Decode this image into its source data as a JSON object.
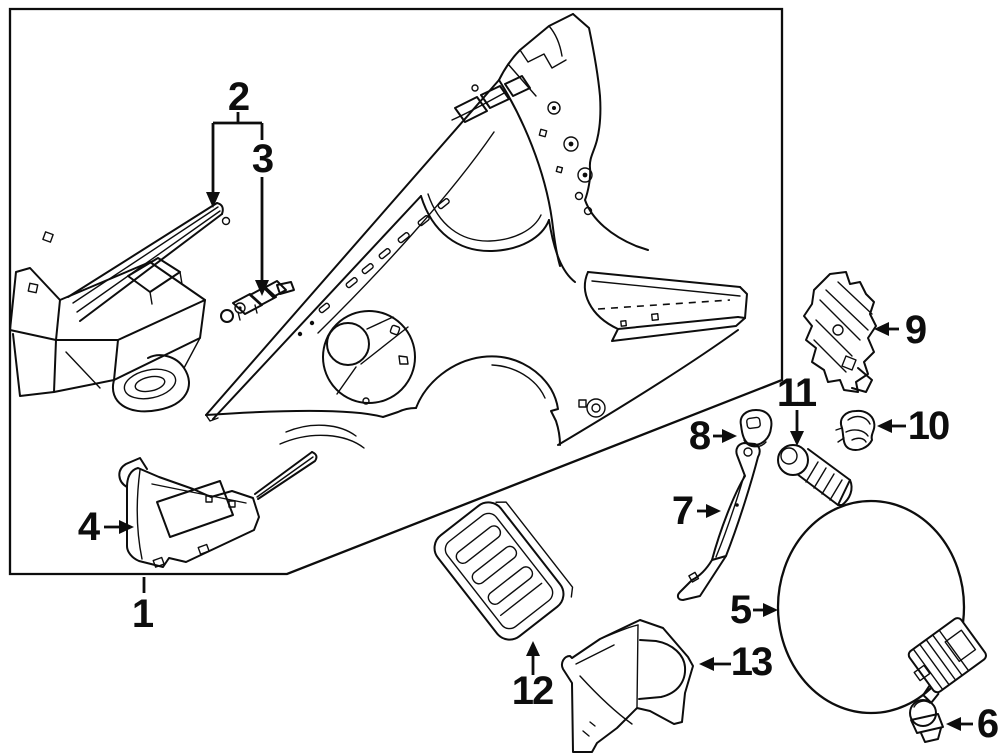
{
  "diagram": {
    "kind": "auto-parts-line-diagram",
    "subject": "quarter panel and components exploded view",
    "background_color": "#ffffff",
    "line_color": "#0d0d0d",
    "callouts": [
      {
        "label": "1"
      },
      {
        "label": "2"
      },
      {
        "label": "3"
      },
      {
        "label": "4"
      },
      {
        "label": "5"
      },
      {
        "label": "6"
      },
      {
        "label": "7"
      },
      {
        "label": "8"
      },
      {
        "label": "9"
      },
      {
        "label": "10"
      },
      {
        "label": "11"
      },
      {
        "label": "12"
      },
      {
        "label": "13"
      }
    ]
  }
}
